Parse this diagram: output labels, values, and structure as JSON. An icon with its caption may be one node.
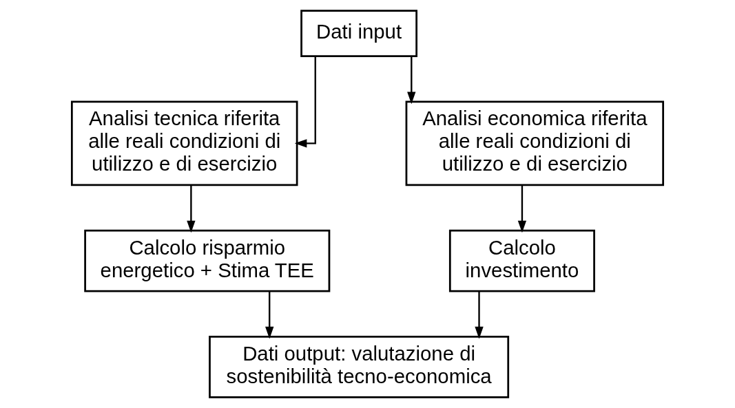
{
  "diagram": {
    "nodes": [
      {
        "text": [
          "Dati input"
        ]
      },
      {
        "text": [
          "Analisi tecnica riferita alle reali condizioni di utilizzo e di esercizio"
        ]
      },
      {
        "text": [
          "Analisi economica riferita alle reali condizioni di utilizzo e di esercizio"
        ]
      },
      {
        "text": [
          "Calcolo risparmio energetico + Stima TEE"
        ]
      },
      {
        "text": [
          "Calcolo investimento"
        ]
      },
      {
        "text": [
          "Dati output: valutazione di sostenibilità tecno-economica"
        ]
      }
    ],
    "edges": [
      {
        "from": 0,
        "to": 1,
        "arrow": "to"
      },
      {
        "from": 0,
        "to": 2,
        "arrow": "to"
      },
      {
        "from": 1,
        "to": 3,
        "arrow": "to"
      },
      {
        "from": 2,
        "to": 4,
        "arrow": "to"
      },
      {
        "from": 3,
        "to": 5,
        "arrow": "to"
      },
      {
        "from": 4,
        "to": 5,
        "arrow": "to"
      }
    ]
  }
}
